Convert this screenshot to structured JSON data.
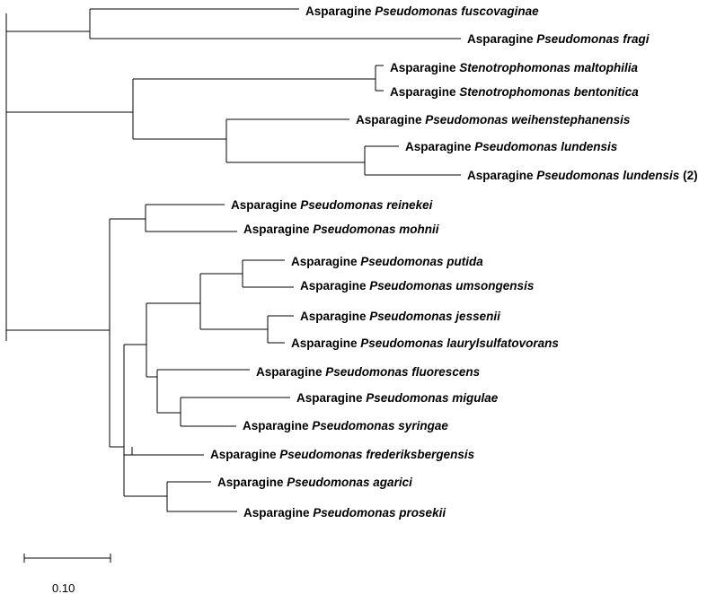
{
  "tree": {
    "taxa": [
      {
        "prefix": "Asparagine",
        "species": "Pseudomonas fuscovaginae",
        "suffix": ""
      },
      {
        "prefix": "Asparagine",
        "species": "Pseudomonas fragi",
        "suffix": ""
      },
      {
        "prefix": "Asparagine",
        "species": "Stenotrophomonas maltophilia",
        "suffix": ""
      },
      {
        "prefix": "Asparagine",
        "species": "Stenotrophomonas bentonitica",
        "suffix": ""
      },
      {
        "prefix": "Asparagine",
        "species": "Pseudomonas weihenstephanensis",
        "suffix": ""
      },
      {
        "prefix": "Asparagine",
        "species": "Pseudomonas lundensis",
        "suffix": ""
      },
      {
        "prefix": "Asparagine",
        "species": "Pseudomonas lundensis",
        "suffix": " (2)"
      },
      {
        "prefix": "Asparagine",
        "species": "Pseudomonas reinekei",
        "suffix": ""
      },
      {
        "prefix": "Asparagine",
        "species": "Pseudomonas mohnii",
        "suffix": ""
      },
      {
        "prefix": "Asparagine",
        "species": "Pseudomonas putida",
        "suffix": ""
      },
      {
        "prefix": "Asparagine",
        "species": "Pseudomonas umsongensis",
        "suffix": ""
      },
      {
        "prefix": "Asparagine",
        "species": "Pseudomonas jessenii",
        "suffix": ""
      },
      {
        "prefix": "Asparagine",
        "species": "Pseudomonas laurylsulfatovorans",
        "suffix": ""
      },
      {
        "prefix": "Asparagine",
        "species": "Pseudomonas fluorescens",
        "suffix": ""
      },
      {
        "prefix": "Asparagine",
        "species": "Pseudomonas migulae",
        "suffix": ""
      },
      {
        "prefix": "Asparagine",
        "species": "Pseudomonas syringae",
        "suffix": ""
      },
      {
        "prefix": "Asparagine",
        "species": "Pseudomonas frederiksbergensis",
        "suffix": ""
      },
      {
        "prefix": "Asparagine",
        "species": "Pseudomonas agarici",
        "suffix": ""
      },
      {
        "prefix": "Asparagine",
        "species": "Pseudomonas prosekii",
        "suffix": ""
      }
    ],
    "scale_bar": {
      "label": "0.10"
    }
  }
}
